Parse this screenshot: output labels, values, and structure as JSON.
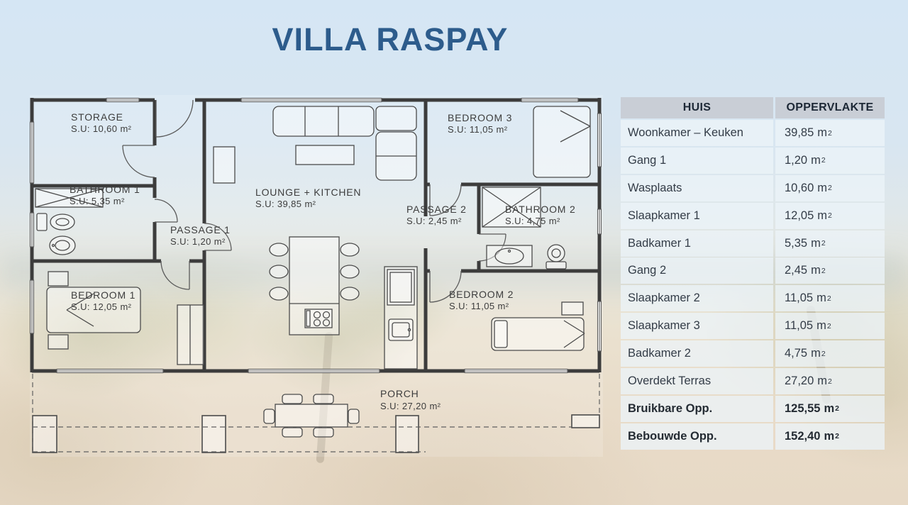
{
  "title": "VILLA RASPAY",
  "table": {
    "headers": [
      "HUIS",
      "OPPERVLAKTE"
    ],
    "unit": {
      "base": "m",
      "exp": "2"
    },
    "rows": [
      {
        "name": "Woonkamer – Keuken",
        "value": "39,85"
      },
      {
        "name": "Gang 1",
        "value": "1,20"
      },
      {
        "name": "Wasplaats",
        "value": "10,60"
      },
      {
        "name": "Slaapkamer 1",
        "value": "12,05"
      },
      {
        "name": "Badkamer 1",
        "value": "5,35"
      },
      {
        "name": "Gang 2",
        "value": "2,45"
      },
      {
        "name": "Slaapkamer 2",
        "value": "11,05"
      },
      {
        "name": "Slaapkamer 3",
        "value": "11,05"
      },
      {
        "name": "Badkamer 2",
        "value": "4,75"
      },
      {
        "name": "Overdekt Terras",
        "value": "27,20"
      },
      {
        "name": "Bruikbare Opp.",
        "value": "125,55"
      },
      {
        "name": "Bebouwde Opp.",
        "value": "152,40"
      }
    ]
  },
  "floorplan": {
    "rooms": [
      {
        "label": "STORAGE",
        "su": "S.U: 10,60 m²"
      },
      {
        "label": "BATHROOM 1",
        "su": "S.U: 5,35 m²"
      },
      {
        "label": "PASSAGE 1",
        "su": "S.U: 1,20 m²"
      },
      {
        "label": "BEDROOM 1",
        "su": "S.U: 12,05 m²"
      },
      {
        "label": "LOUNGE + KITCHEN",
        "su": "S.U: 39,85 m²"
      },
      {
        "label": "BEDROOM 3",
        "su": "S.U: 11,05 m²"
      },
      {
        "label": "PASSAGE 2",
        "su": "S.U: 2,45 m²"
      },
      {
        "label": "BATHROOM 2",
        "su": "S.U: 4,75 m²"
      },
      {
        "label": "BEDROOM 2",
        "su": "S.U: 11,05 m²"
      },
      {
        "label": "PORCH",
        "su": "S.U: 27,20 m²"
      }
    ]
  },
  "colors": {
    "title": "#2d5c8c",
    "table_header_bg": "#c9ced6",
    "table_header_text": "#1d2836",
    "table_row_bg": "rgba(236,243,249,0.78)",
    "plan_lines": "#3c3c3c",
    "sky": "#d5e6f4",
    "sand": "#e7d9c6"
  }
}
